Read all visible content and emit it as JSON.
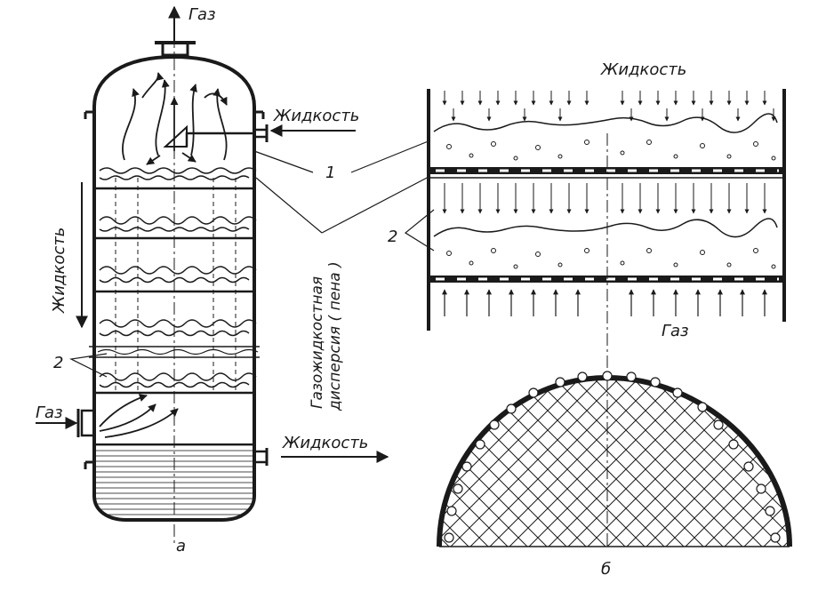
{
  "labels": {
    "gas_top": "Газ",
    "liquid_inlet": "Жидкость",
    "liquid_side": "Жидкость",
    "gas_inlet": "Газ",
    "liquid_outlet": "Жидкость",
    "num_2_left": "2",
    "caption_a": "а",
    "foam_line1": "Газожидкостная",
    "foam_line2": "дисперсия ( пена )",
    "num_1": "1",
    "liquid_right_top": "Жидкость",
    "num_2_right": "2",
    "gas_right": "Газ",
    "caption_b": "б"
  },
  "colors": {
    "ink": "#1a1a1a",
    "paper": "#ffffff"
  }
}
